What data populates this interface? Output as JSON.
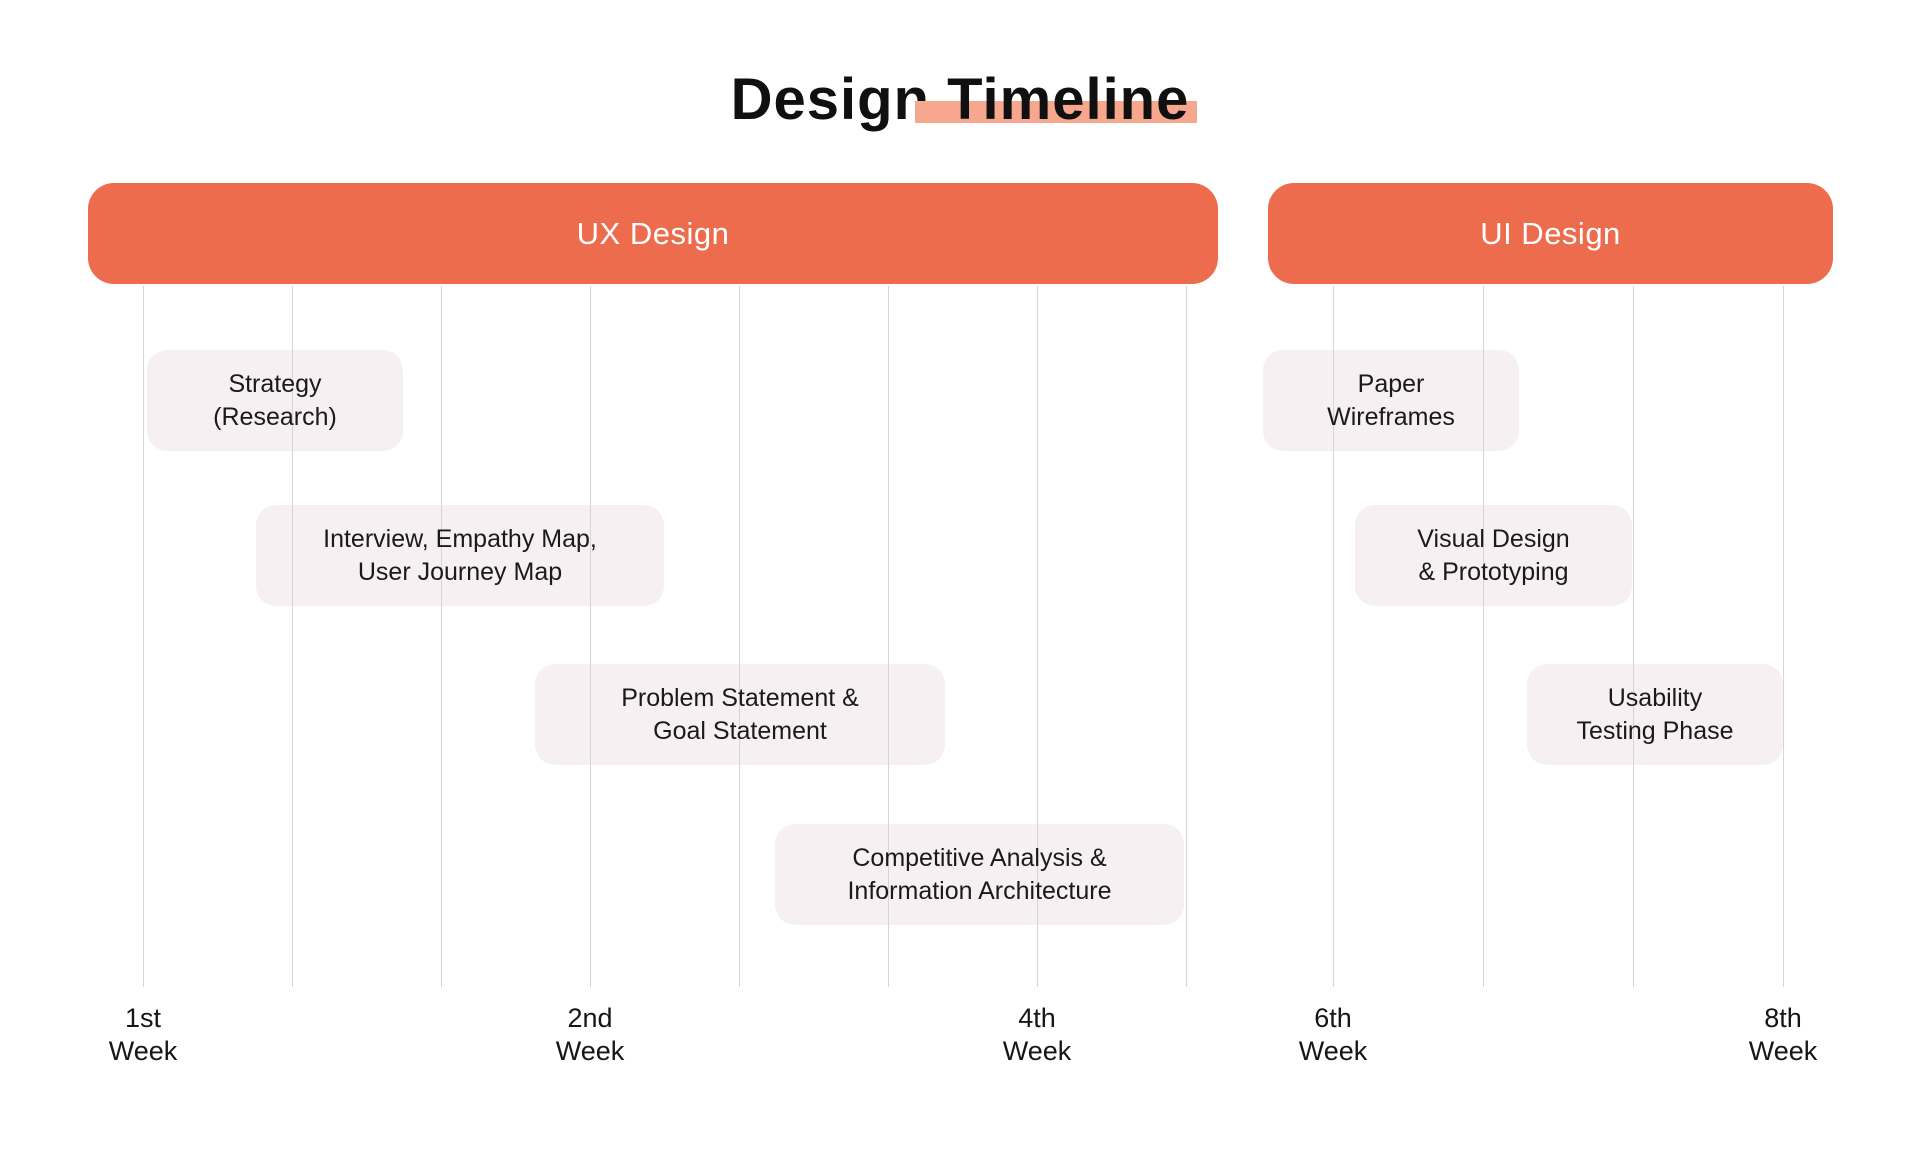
{
  "title": {
    "prefix": "Design ",
    "highlight": "Timeline"
  },
  "sections": [
    {
      "label": "UX Design"
    },
    {
      "label": "UI Design"
    }
  ],
  "tasks": [
    {
      "section": "UX Design",
      "line1": "Strategy",
      "line2": "(Research)"
    },
    {
      "section": "UX Design",
      "line1": "Interview, Empathy Map,",
      "line2": "User Journey Map"
    },
    {
      "section": "UX Design",
      "line1": "Problem Statement &",
      "line2": "Goal Statement"
    },
    {
      "section": "UX Design",
      "line1": "Competitive Analysis &",
      "line2": "Information Architecture"
    },
    {
      "section": "UI Design",
      "line1": "Paper",
      "line2": "Wireframes"
    },
    {
      "section": "UI Design",
      "line1": "Visual Design",
      "line2": "& Prototyping"
    },
    {
      "section": "UI Design",
      "line1": "Usability",
      "line2": "Testing Phase"
    }
  ],
  "weeks": [
    {
      "line1": "1st",
      "line2": "Week"
    },
    {
      "line1": "2nd",
      "line2": "Week"
    },
    {
      "line1": "4th",
      "line2": "Week"
    },
    {
      "line1": "6th",
      "line2": "Week"
    },
    {
      "line1": "8th",
      "line2": "Week"
    }
  ],
  "colors": {
    "accent": "#ED6C4E",
    "title_highlight": "#F6A78D",
    "task_bg": "#F6F0F3",
    "gridline": "#D6D4D6",
    "text": "#1A1A1A",
    "bar_text": "#FFFFFF",
    "background": "#FFFFFF"
  }
}
